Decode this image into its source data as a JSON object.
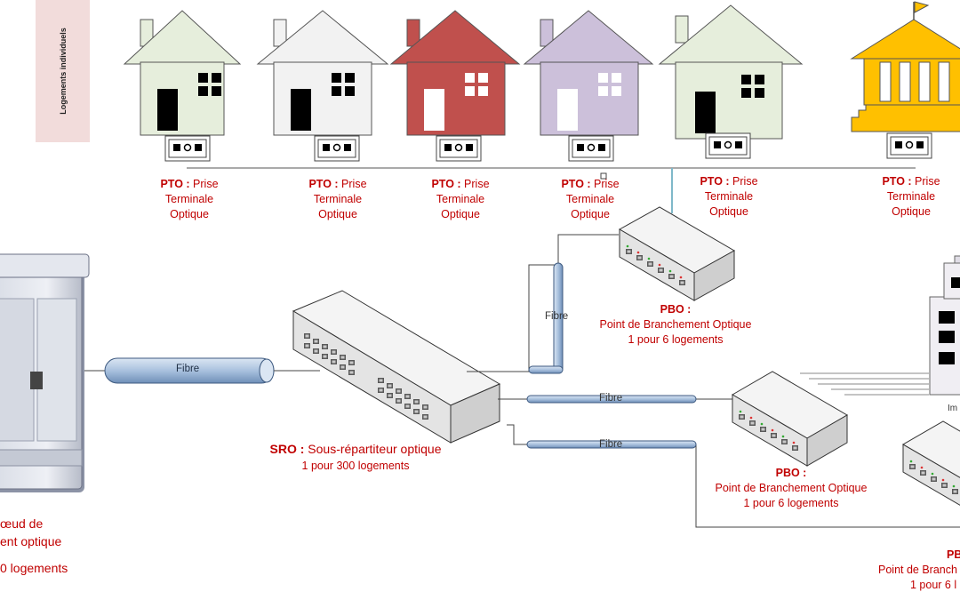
{
  "side_label": "Logements individuels",
  "pto": {
    "abbr": "PTO :",
    "line1": "Prise",
    "line2": "Terminale",
    "line3": "Optique"
  },
  "fibre_label": "Fibre",
  "sro": {
    "abbr": "SRO :",
    "name": "Sous-répartiteur optique",
    "ratio": "1 pour 300 logements"
  },
  "pbo": {
    "abbr": "PBO :",
    "abbr_cut": "PB",
    "name": "Point de Branchement Optique",
    "name_cut": "Point de Branch",
    "ratio": "1 pour 6 logements",
    "ratio_cut": "1 pour 6 l"
  },
  "nro": {
    "line1": "œud de",
    "line2": "ent optique",
    "line3": "0 logements"
  },
  "immeuble_cut": "Im",
  "colors": {
    "red_text": "#c00000",
    "house_green": "#e6eedc",
    "house_white": "#f2f2f2",
    "house_red": "#c0504d",
    "house_purple": "#ccc0da",
    "building_yellow": "#ffc000",
    "fibre_blue": "#b8cce4",
    "side_label_bg": "#f2dcdb"
  }
}
